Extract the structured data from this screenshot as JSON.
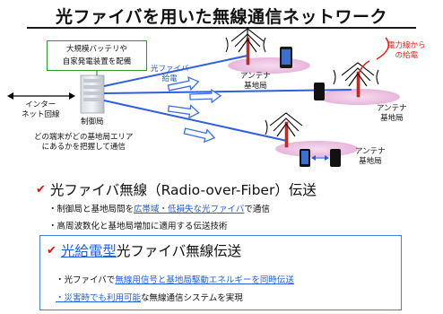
{
  "title": "光ファイバを用いた無線通信ネットワーク",
  "diagram": {
    "battery_note_line1": "大規模バッテリや",
    "battery_note_line2": "自家発電装置を配備",
    "fiber_label_line1": "光ファイバ",
    "fiber_label_line2": "給電",
    "internet_line1": "インター",
    "internet_line2": "ネット回線",
    "control_station": "制御局",
    "tracking_line1": "どの端末がどの基地局エリア",
    "tracking_line2": "にあるかを把握して通信",
    "antenna_label_line1": "アンテナ",
    "antenna_label_line2": "基地局",
    "power_line1": "電力線から",
    "power_line2": "の給電"
  },
  "rof": {
    "heading": "光ファイバ無線（Radio-over-Fiber）伝送",
    "b1_pre": "・制御局と基地局間を",
    "b1_link": "広帯域・低損失な光ファイバ",
    "b1_post": "で通信",
    "b2": "・高周波数化と基地局増加に適用する伝送技術"
  },
  "pfr": {
    "heading_link": "光給電型",
    "heading_rest": "光ファイバ無線伝送",
    "b1_pre": "・光ファイバで",
    "b1_link": "無線用信号と基地局駆動エネルギーを同時伝送",
    "b2_link": "・災害時でも利用可能",
    "b2_post": "な無線通信システムを実現"
  },
  "colors": {
    "accent_blue": "#1f5fd9",
    "fiber_line": "#2f5fe0",
    "green_border": "#2e9a2e",
    "red": "#e8201a"
  }
}
